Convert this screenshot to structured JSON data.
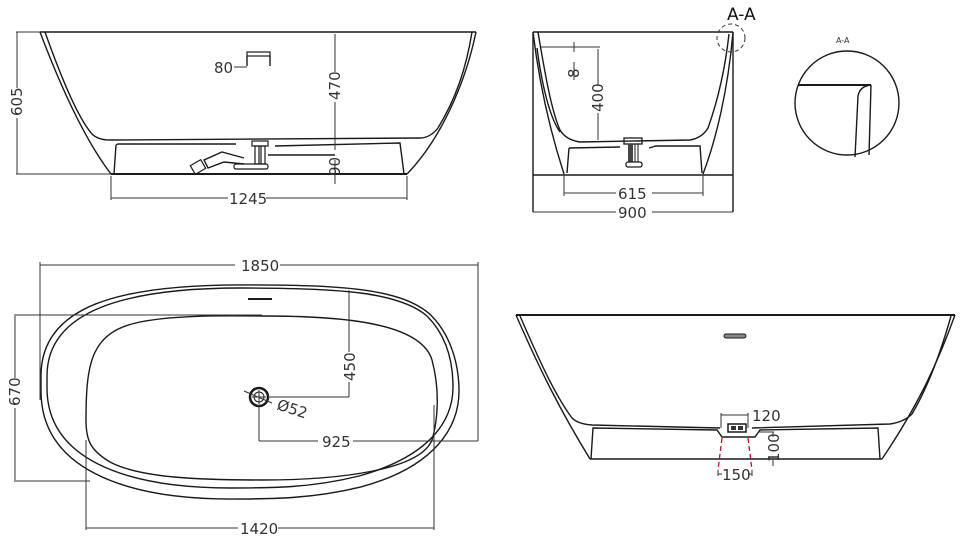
{
  "drawing": {
    "type": "freestanding bathtub technical drawing",
    "units": "mm",
    "colors": {
      "line": "#1a1a1a",
      "dimension": "#333333",
      "hidden_drain": "#c8102e",
      "background": "#ffffff"
    }
  },
  "views": {
    "front_elevation": {
      "dims": {
        "height": "605",
        "inner_depth": "470",
        "base_height": "90",
        "base_width": "1245",
        "overflow": "80"
      }
    },
    "side_section": {
      "dims": {
        "outer_width": "900",
        "base_width": "615",
        "inner_depth": "400",
        "rim_offset": "8"
      },
      "section_marker": "A-A"
    },
    "detail_a": {
      "label": "A-A"
    },
    "plan_view": {
      "dims": {
        "length": "1850",
        "width": "670",
        "inner_length": "1420",
        "drain_from_end": "925",
        "drain_from_side": "450",
        "drain_diameter": "Ø52"
      }
    },
    "rear_elevation": {
      "dims": {
        "drain_box_width": "120",
        "drain_access_width": "150",
        "base_height": "100"
      }
    }
  }
}
